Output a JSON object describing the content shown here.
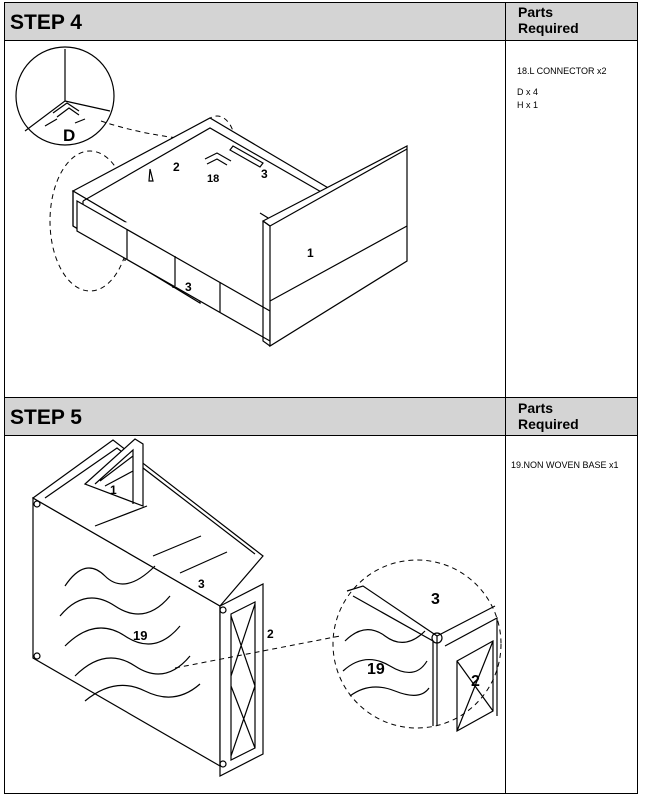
{
  "step4": {
    "title": "STEP 4",
    "parts_title_line1": "Parts",
    "parts_title_line2": "Required",
    "parts": [
      "18.L CONNECTOR x2",
      "D x 4",
      "H x 1"
    ],
    "labels": {
      "panel1": "1",
      "panel2": "2",
      "panel3_back": "3",
      "panel3_front": "3",
      "connector": "18",
      "detail_screw": "D"
    }
  },
  "step5": {
    "title": "STEP 5",
    "parts_title_line1": "Parts",
    "parts_title_line2": "Required",
    "parts": [
      "19.NON WOVEN BASE x1"
    ],
    "labels": {
      "panel1": "1",
      "panel2": "2",
      "panel3": "3",
      "base19": "19",
      "detail3": "3",
      "detail19": "19",
      "detail2": "2"
    }
  }
}
